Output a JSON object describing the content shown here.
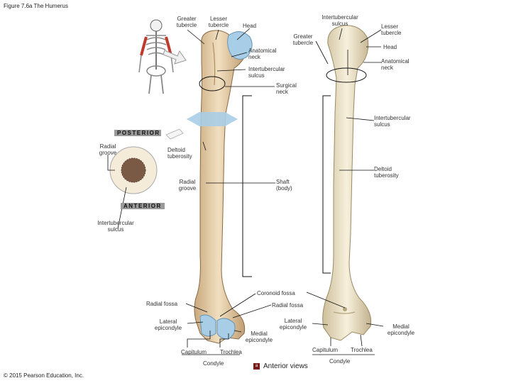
{
  "figure": {
    "title": "Figure 7.6a The Humerus",
    "copyright": "© 2015 Pearson Education, Inc.",
    "view_badge": "a",
    "view_label": "Anterior views"
  },
  "bands": {
    "posterior": "POSTERIOR",
    "anterior": "ANTERIOR"
  },
  "labels": {
    "greater_tubercle_left": "Greater\ntubercle",
    "lesser_tubercle_left": "Lesser\ntubercle",
    "head_left": "Head",
    "anatomical_neck_left": "Anatomical\nneck",
    "intertubercular_sulcus_left": "Intertubercular\nsulcus",
    "surgical_neck": "Surgical\nneck",
    "intertubercular_sulcus_top": "Intertubercular\nsulcus",
    "greater_tubercle_right": "Greater\ntubercle",
    "lesser_tubercle_right": "Lesser\ntubercle",
    "head_right": "Head",
    "anatomical_neck_right": "Anatomical\nneck",
    "intertubercular_sulcus_right": "Intertubercular\nsulcus",
    "radial_groove_cs": "Radial\ngroove",
    "deltoid_tuberosity_left": "Deltoid\ntuberosity",
    "radial_groove_shaft": "Radial\ngroove",
    "shaft_body": "Shaft\n(body)",
    "deltoid_tuberosity_right": "Deltoid\ntuberosity",
    "intertubercular_sulcus_xs": "Intertubercular\nsulcus",
    "coronoid_fossa": "Coronoid fossa",
    "radial_fossa_left": "Radial fossa",
    "radial_fossa_right": "Radial fossa",
    "lateral_epicondyle_left": "Lateral\nepicondyle",
    "medial_epicondyle_left": "Medial\nepicondyle",
    "lateral_epicondyle_right": "Lateral\nepicondyle",
    "medial_epicondyle_right": "Medial\nepicondyle",
    "capitulum_left": "Capitulum",
    "trochlea_left": "Trochlea",
    "condyle_left": "Condyle",
    "capitulum_right": "Capitulum",
    "trochlea_right": "Trochlea",
    "condyle_right": "Condyle"
  },
  "colors": {
    "bone_left": "#e6cfa8",
    "bone_right": "#efe6cc",
    "cartilage_blue": "#a8cde6",
    "skeleton_red": "#c0392b",
    "band_gray": "#9a9a9a",
    "leader": "#111111",
    "marrow": "#7a5a44",
    "badge": "#7a1a1a"
  }
}
